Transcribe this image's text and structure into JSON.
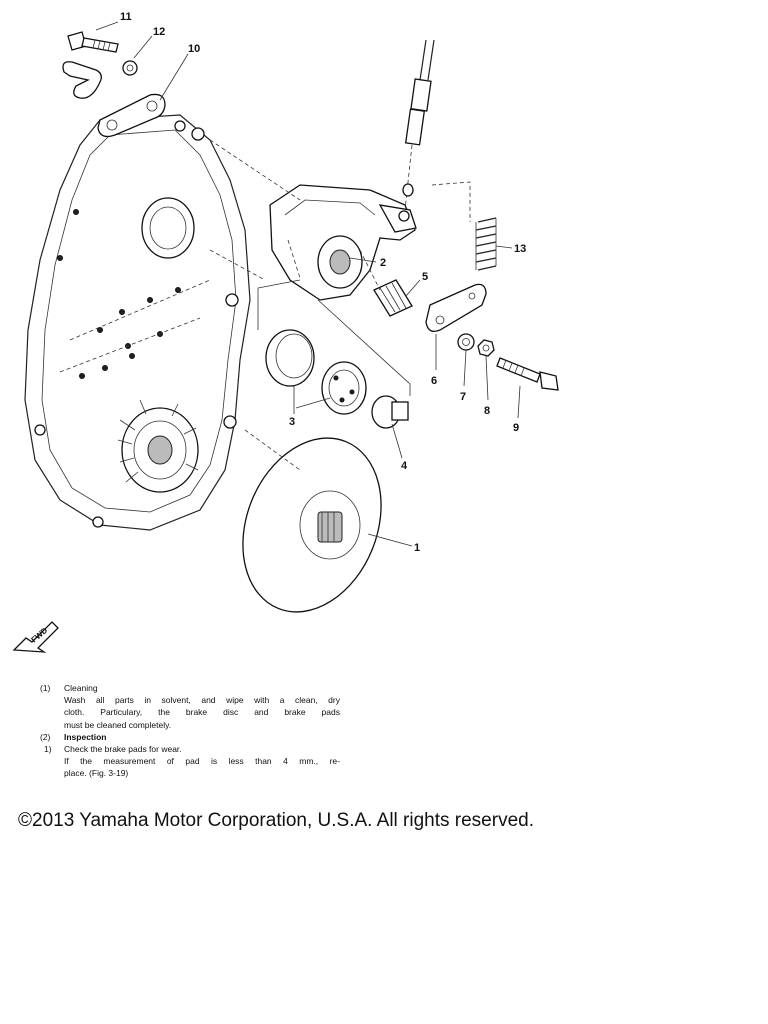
{
  "diagram": {
    "callouts": [
      "1",
      "2",
      "3",
      "4",
      "5",
      "6",
      "7",
      "8",
      "9",
      "10",
      "11",
      "12",
      "13"
    ]
  },
  "fwd_label": "FWD",
  "text": {
    "items": [
      {
        "number": "(1)",
        "heading": "Cleaning",
        "lines": [
          "Wash all parts in solvent, and wipe with a clean, dry",
          "cloth.   Particulary, the brake disc and brake pads",
          "must be cleaned completely."
        ]
      },
      {
        "number": "(2)",
        "heading": "Inspection",
        "sub": {
          "number": "1)",
          "heading": "Check the brake pads for wear.",
          "lines": [
            "If the measurement of pad is less than 4 mm., re-",
            "place.   (Fig. 3-19)"
          ]
        }
      }
    ]
  },
  "copyright": "©2013 Yamaha Motor Corporation, U.S.A. All rights reserved."
}
